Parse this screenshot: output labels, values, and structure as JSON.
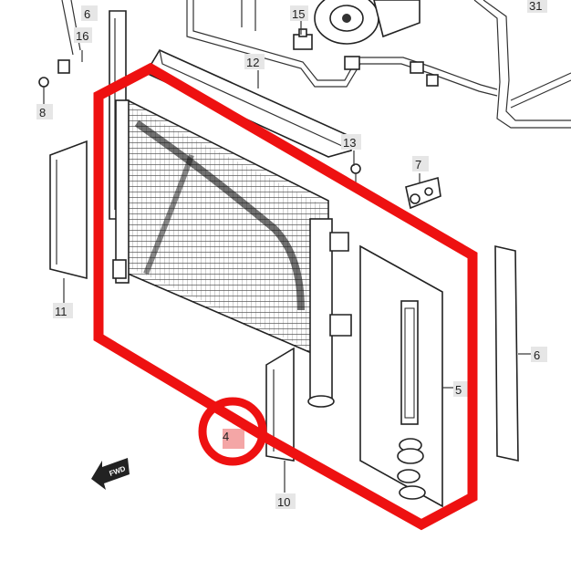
{
  "diagram": {
    "callouts": {
      "c4": "4",
      "c5": "5",
      "c6_top": "6",
      "c6_right": "6",
      "c7": "7",
      "c8": "8",
      "c10": "10",
      "c11": "11",
      "c12": "12",
      "c13": "13",
      "c15": "15",
      "c16": "16",
      "c31": "31"
    },
    "direction_arrow_text": "FWD",
    "colors": {
      "highlight": "#ee1111",
      "highlight_box": "#f4a6a6",
      "line": "#222222",
      "label_bg": "#e6e6e6"
    }
  }
}
